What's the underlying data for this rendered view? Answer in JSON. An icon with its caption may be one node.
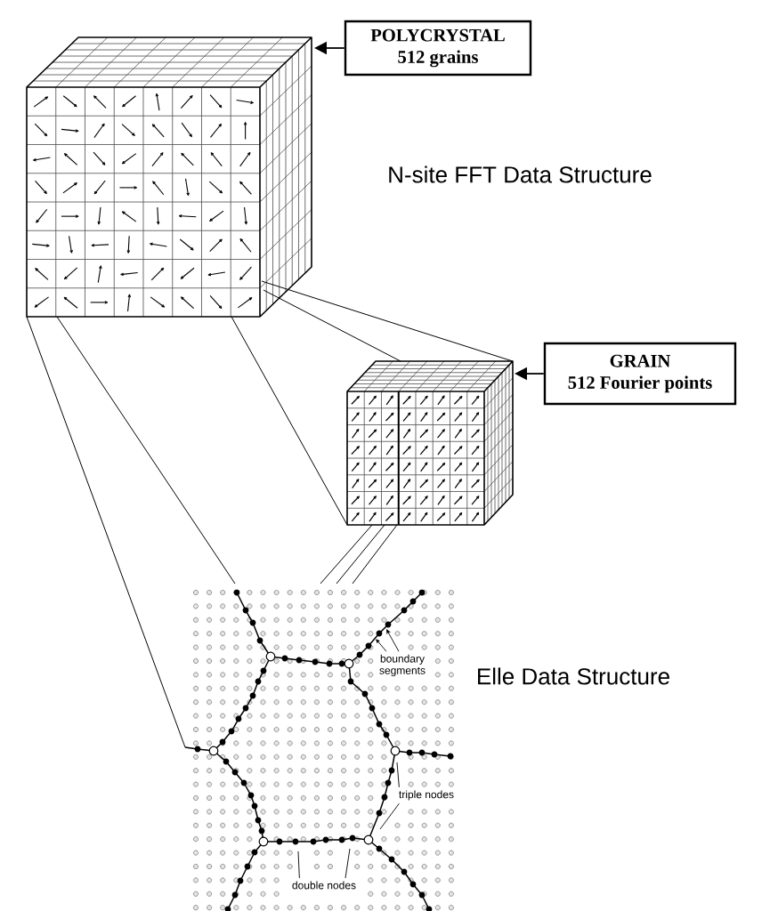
{
  "diagram": {
    "nodes": [
      {
        "text": [
          "POLYCRYSTAL",
          "512 grains"
        ]
      },
      {
        "text": [],
        "shape": "cube"
      },
      {
        "text": [
          "GRAIN",
          "512 Fourier points"
        ]
      },
      {
        "text": [],
        "shape": "cube"
      },
      {
        "text": [],
        "shape": "grid"
      },
      {
        "text": [
          "boundary segments"
        ],
        "in": 4
      },
      {
        "text": [
          "triple nodes"
        ],
        "in": 4
      },
      {
        "text": [
          "double nodes"
        ],
        "in": 4
      }
    ],
    "edges": [
      {
        "from": 0,
        "to": 1,
        "arrow": "to"
      },
      {
        "from": 2,
        "to": 3,
        "arrow": "to"
      },
      {
        "from": 1,
        "to": 3,
        "arrow": "none"
      },
      {
        "from": 1,
        "to": 3,
        "arrow": "none"
      },
      {
        "from": 1,
        "to": 3,
        "arrow": "none"
      },
      {
        "from": 1,
        "to": 4,
        "arrow": "none"
      },
      {
        "from": 1,
        "to": 4,
        "arrow": "none"
      },
      {
        "from": 3,
        "to": 4,
        "arrow": "none"
      },
      {
        "from": 3,
        "to": 4,
        "arrow": "none"
      },
      {
        "from": 3,
        "to": 4,
        "arrow": "none"
      },
      {
        "from": 5,
        "to": 4,
        "arrow": "to"
      },
      {
        "from": 5,
        "to": 4,
        "arrow": "to"
      },
      {
        "from": 6,
        "to": 4,
        "arrow": "none"
      },
      {
        "from": 6,
        "to": 4,
        "arrow": "none"
      },
      {
        "from": 7,
        "to": 4,
        "arrow": "none"
      },
      {
        "from": 7,
        "to": 4,
        "arrow": "none"
      }
    ],
    "labels": [
      "N-site FFT Data Structure",
      "Elle Data Structure"
    ]
  }
}
